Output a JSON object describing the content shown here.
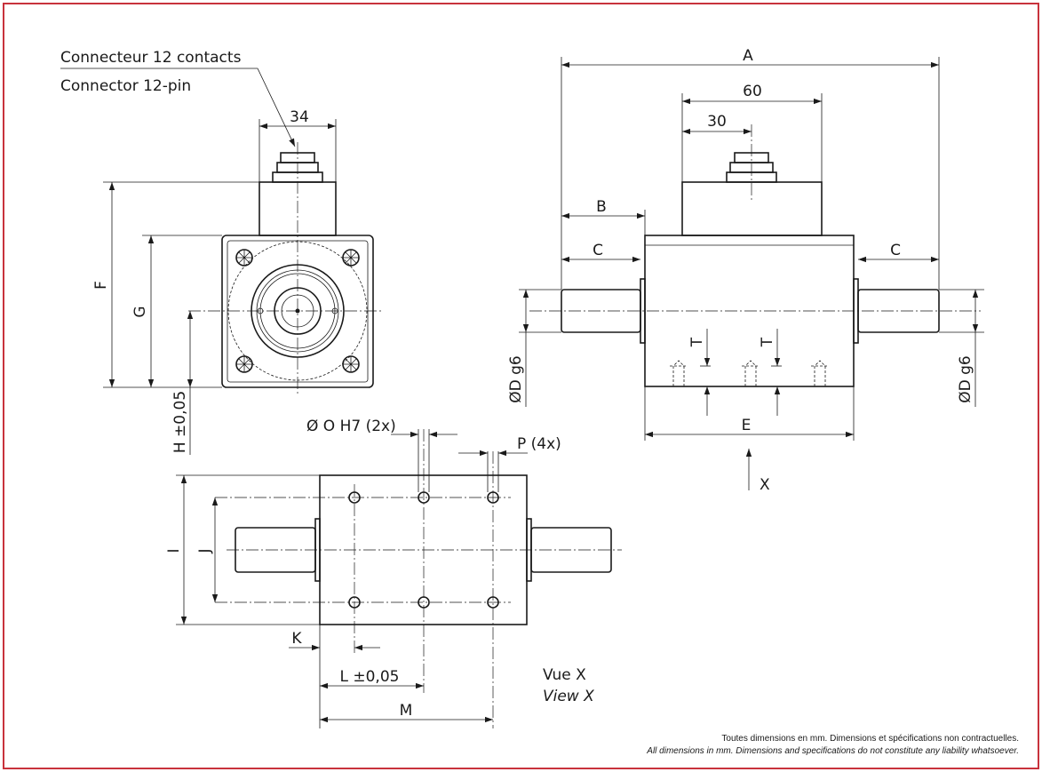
{
  "frame_color": "#c8323c",
  "connector": {
    "fr": "Connecteur 12 contacts",
    "en": "Connector 12-pin"
  },
  "dims": {
    "d34": "34",
    "F": "F",
    "G": "G",
    "H": "H ±0,05",
    "A": "A",
    "d60": "60",
    "d30": "30",
    "B": "B",
    "C": "C",
    "D": "ØD g6",
    "T": "T",
    "E": "E",
    "O": "Ø O H7 (2x)",
    "P": "P (4x)",
    "I": "I",
    "J": "J",
    "K": "K",
    "L": "L ±0,05",
    "M": "M"
  },
  "view_marker": "X",
  "view": {
    "fr": "Vue X",
    "en": "View X"
  },
  "notes": {
    "fr": "Toutes dimensions en mm. Dimensions et spécifications non contractuelles.",
    "en": "All dimensions in mm. Dimensions and specifications do not constitute any liability whatsoever."
  }
}
